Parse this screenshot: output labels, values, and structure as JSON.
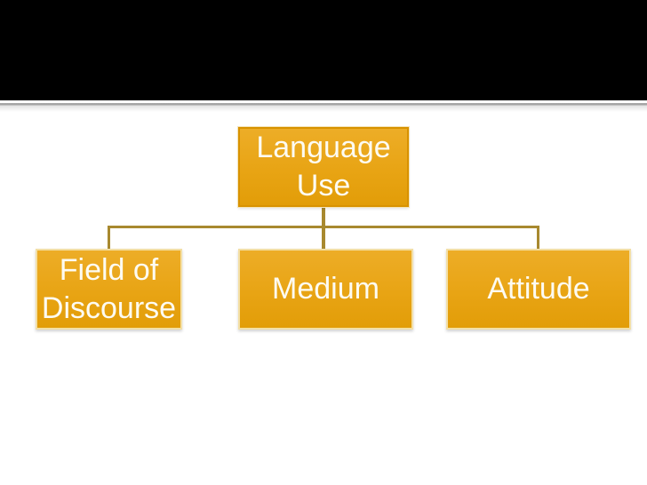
{
  "diagram": {
    "type": "org-chart",
    "root": {
      "label": "Language Use"
    },
    "children": [
      {
        "label": "Field of Discourse"
      },
      {
        "label": "Medium"
      },
      {
        "label": "Attitude"
      }
    ]
  },
  "colors": {
    "title_bar_bg": "#000000",
    "node_fill": "#E8A414",
    "node_fill_light": "#EDAD27",
    "root_border": "#D89200",
    "child_border": "#F3DFA5",
    "connector_line": "#A8892F",
    "node_text": "#FDFBF2",
    "divider_line": "#A2A2A2",
    "slide_bg": "#FFFFFF"
  }
}
